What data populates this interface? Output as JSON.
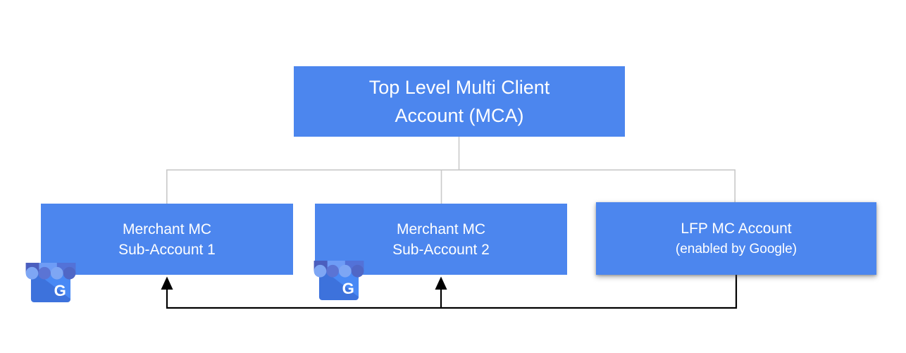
{
  "diagram": {
    "type": "org-hierarchy",
    "nodes": {
      "mca": {
        "line1": "Top Level Multi Client",
        "line2": "Account (MCA)"
      },
      "sub1": {
        "line1": "Merchant MC",
        "line2": "Sub-Account 1"
      },
      "sub2": {
        "line1": "Merchant MC",
        "line2": "Sub-Account 2"
      },
      "lfp": {
        "line1": "LFP MC Account",
        "line2": "(enabled by Google)"
      }
    },
    "icons": {
      "storefront_name": "google-my-business-icon",
      "g_label": "G"
    },
    "colors": {
      "node_fill": "#4C86EE",
      "node_text": "#FFFFFF",
      "tree_connector": "#C9C9C9",
      "flow_connector": "#000000",
      "icon_body": "#4989F5",
      "icon_body_shade": "#3D72DC",
      "icon_scallop_light": "#7EA6F4",
      "icon_scallop_dark": "#5B74D4"
    }
  }
}
